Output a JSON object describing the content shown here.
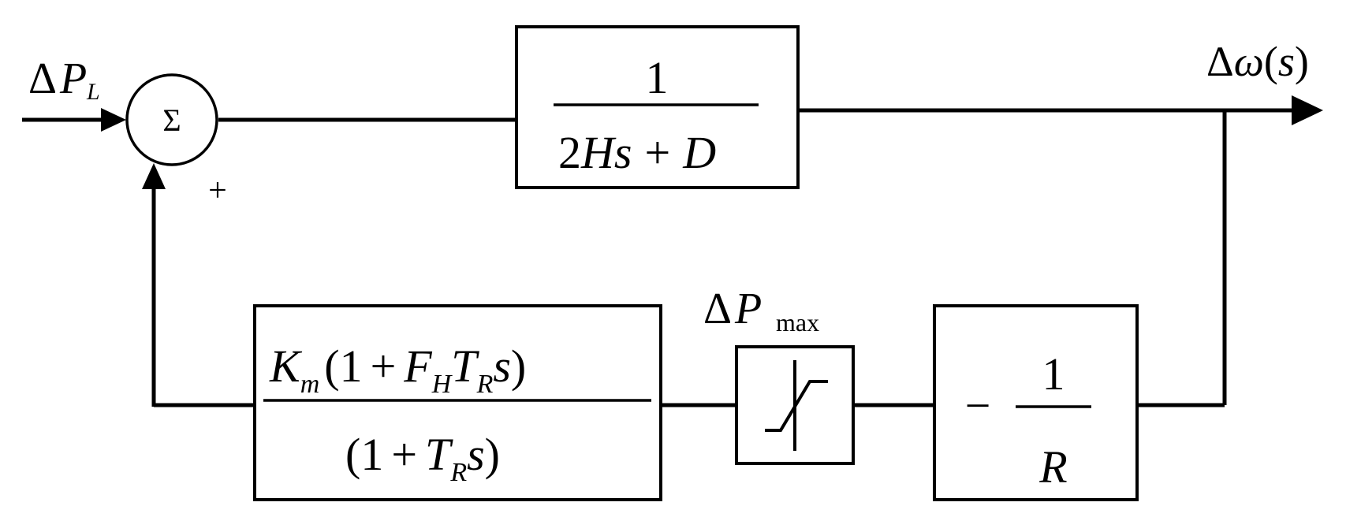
{
  "signals": {
    "input_delta": "Δ",
    "input_var": "P",
    "input_sub": "L",
    "output_delta": "Δ",
    "output_omega": "ω",
    "output_lp": "(",
    "output_s": "s",
    "output_rp": ")",
    "plus_sign": "+",
    "limit_delta": "Δ",
    "limit_var": "P",
    "limit_sub": "max"
  },
  "summing_junction": {
    "symbol": "Σ"
  },
  "plant_block": {
    "numerator": "1",
    "den_2": "2",
    "den_H": "H",
    "den_s": "s",
    "den_plus": "+",
    "den_D": "D"
  },
  "governor_block": {
    "num_K": "K",
    "num_m": "m",
    "num_lp": "(1",
    "num_plus": "+",
    "num_F": "F",
    "num_H": "H",
    "num_T": "T",
    "num_R": "R",
    "num_s": "s",
    "num_rp": ")",
    "den_lp": "(1",
    "den_plus": "+",
    "den_T": "T",
    "den_R": "R",
    "den_s": "s",
    "den_rp": ")"
  },
  "droop_block": {
    "minus": "−",
    "numerator": "1",
    "denominator": "R"
  }
}
